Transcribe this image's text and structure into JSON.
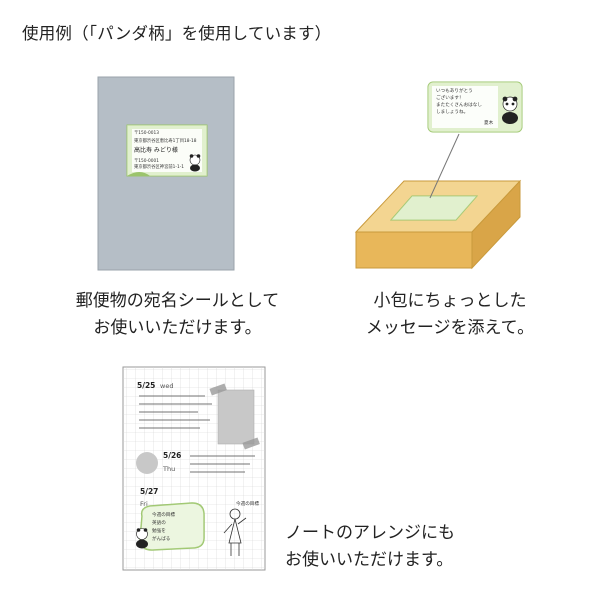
{
  "heading": "使用例（「パンダ柄」を使用しています）",
  "captions": {
    "envelope": [
      "郵便物の宛名シールとして",
      "お使いいただけます。"
    ],
    "gift": [
      "小包にちょっとした",
      "メッセージを添えて。"
    ],
    "notebook": [
      "ノートのアレンジにも",
      "お使いいただけます。"
    ]
  },
  "envelope_label": {
    "postcode_from": "〒150-0013",
    "address_from": "東京都渋谷区恵比寿1丁目18-18",
    "name": "高比寿 みどり様",
    "postcode_to": "〒150-0001",
    "address_to": "東京都渋谷区神宮前1-1-1"
  },
  "gift_tag": {
    "lines": [
      "いつもありがとう",
      "ございます！",
      "またたくさんおはなし",
      "しましょうね。",
      "夏木"
    ]
  },
  "notebook": {
    "date1": "5/25",
    "day1": "wed",
    "date2": "5/26",
    "day2": "Thu",
    "date3": "5/27",
    "day3": "Fri",
    "note_lines": [
      "今週の目標",
      "英語の",
      "勉強を",
      "がんばる"
    ],
    "bubble_lines": [
      "今週の目標",
      "英語の",
      "勉強を",
      "がんばる"
    ]
  },
  "colors": {
    "envelope": "#b5bec6",
    "label_green": "#c9e4a6",
    "label_green_dark": "#9bc46c",
    "box_top": "#f3d591",
    "box_side": "#e8b75a",
    "grid": "#d4d4d4"
  }
}
